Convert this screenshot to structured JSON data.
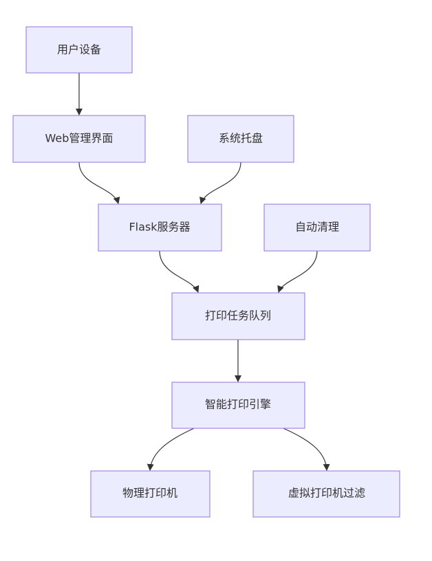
{
  "nodes": {
    "user_device": "用户设备",
    "web_ui": "Web管理界面",
    "system_tray": "系统托盘",
    "flask_server": "Flask服务器",
    "auto_clean": "自动清理",
    "print_queue": "打印任务队列",
    "smart_engine": "智能打印引擎",
    "physical_printer": "物理打印机",
    "virtual_filter": "虚拟打印机过滤"
  },
  "edges": [
    {
      "from": "user_device",
      "to": "web_ui"
    },
    {
      "from": "web_ui",
      "to": "flask_server"
    },
    {
      "from": "system_tray",
      "to": "flask_server"
    },
    {
      "from": "flask_server",
      "to": "print_queue"
    },
    {
      "from": "auto_clean",
      "to": "print_queue"
    },
    {
      "from": "print_queue",
      "to": "smart_engine"
    },
    {
      "from": "smart_engine",
      "to": "physical_printer"
    },
    {
      "from": "smart_engine",
      "to": "virtual_filter"
    }
  ],
  "colors": {
    "node_fill": "#ECECFF",
    "node_stroke": "#9370DB",
    "edge": "#333333",
    "text": "#333333"
  }
}
